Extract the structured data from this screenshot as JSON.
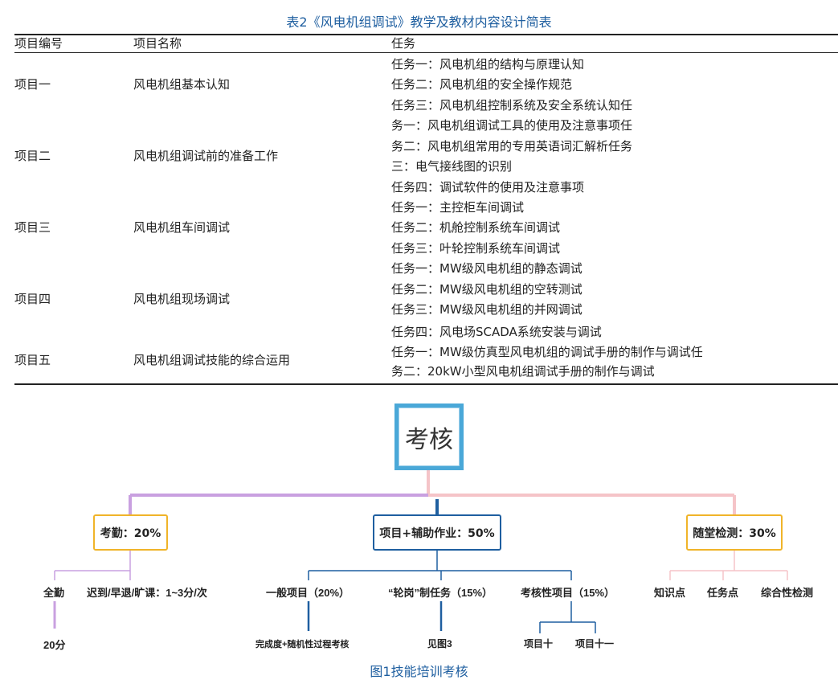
{
  "table": {
    "caption": "表2《风电机组调试》教学及教材内容设计简表",
    "headers": [
      "项目编号",
      "项目名称",
      "任务"
    ],
    "rows": [
      {
        "id": "项目一",
        "name": "风电机组基本认知"
      },
      {
        "id": "项目二",
        "name": "风电机组调试前的准备工作"
      },
      {
        "id": "项目三",
        "name": "风电机组车间调试"
      },
      {
        "id": "项目四",
        "name": "风电机组现场调试"
      },
      {
        "id": "项目五",
        "name": "风电机组调试技能的综合运用"
      }
    ],
    "task_lines": [
      "任务一：风电机组的结构与原理认知",
      "任务二：风电机组的安全操作规范",
      "任务三：风电机组控制系统及安全系统认知任",
      "务一：风电机组调试工具的使用及注意事项任",
      "务二：风电机组常用的专用英语词汇解析任务",
      "三：电气接线图的识别",
      "任务四：调试软件的使用及注意事项",
      "任务一：主控柜车间调试",
      "任务二：机舱控制系统车间调试",
      "任务三：叶轮控制系统车间调试",
      "任务一：MW级风电机组的静态调试",
      "任务二：MW级风电机组的空转测试",
      "任务三：MW级风电机组的并网调试",
      "任务四：风电场SCADA系统安装与调试",
      "任务一：MW级仿真型风电机组的调试手册的制作与调试任",
      "务二：20kW小型风电机组调试手册的制作与调试"
    ]
  },
  "diagram": {
    "root": "考核",
    "attendance": {
      "label": "考勤：20%",
      "children": [
        "全勤",
        "迟到/早退/旷课：1~3分/次"
      ],
      "grandchild": "20分"
    },
    "project": {
      "label": "项目+辅助作业：50%",
      "children": [
        "一般项目（20%）",
        "“轮岗”制任务（15%）",
        "考核性项目（15%）"
      ],
      "grandchildren": [
        "完成度+随机性过程考核",
        "见图3",
        "项目十",
        "项目十一"
      ]
    },
    "quiz": {
      "label": "随堂检测：30%",
      "children": [
        "知识点",
        "任务点",
        "综合性检测"
      ]
    },
    "colors": {
      "purple": "#c9a0e0",
      "blue": "#1f5fa0",
      "pink": "#f5c4c8",
      "gold": "#f0b429",
      "root_border": "#4aa8d8"
    }
  },
  "figure_caption": "图1技能培训考核"
}
